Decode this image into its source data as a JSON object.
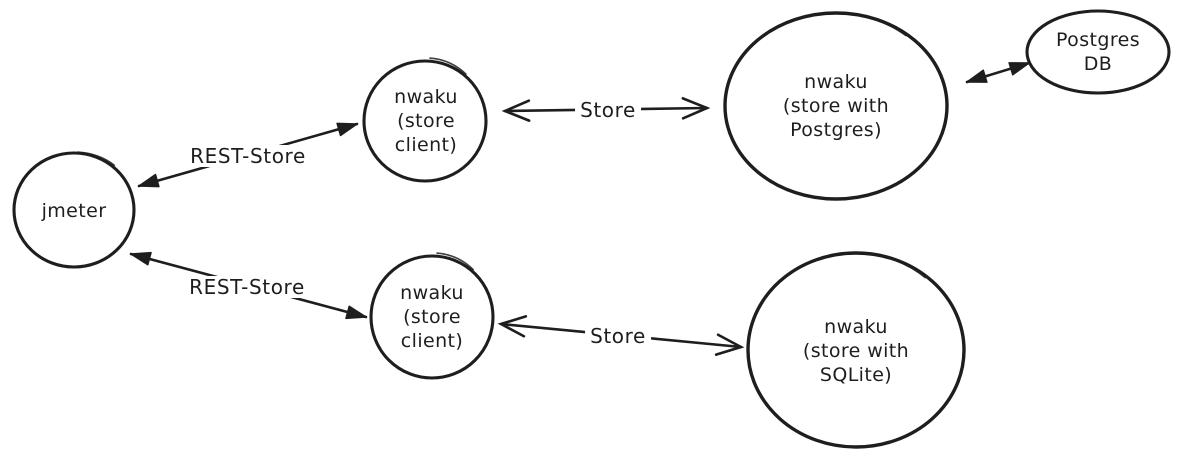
{
  "canvas": {
    "background_color": "#ffffff",
    "stroke_color": "#1e1e1e",
    "style": "hand-drawn sketch diagram"
  },
  "nodes": {
    "jmeter": {
      "label": "jmeter",
      "shape": "circle"
    },
    "store_client_top": {
      "label": "nwaku\n(store\nclient)",
      "shape": "circle"
    },
    "store_postgres": {
      "label": "nwaku\n(store with\nPostgres)",
      "shape": "circle"
    },
    "postgres_db": {
      "label": "Postgres\nDB",
      "shape": "ellipse"
    },
    "store_client_bottom": {
      "label": "nwaku\n(store\nclient)",
      "shape": "circle"
    },
    "store_sqlite": {
      "label": "nwaku\n(store with\nSQLite)",
      "shape": "circle"
    }
  },
  "edges": {
    "rest_store_top": {
      "label": "REST-Store",
      "from": "jmeter",
      "to": "store_client_top",
      "direction": "bidirectional",
      "arrowhead": "solid-triangle"
    },
    "store_top": {
      "label": "Store",
      "from": "store_client_top",
      "to": "store_postgres",
      "direction": "bidirectional",
      "arrowhead": "open-chevron"
    },
    "postgres_link": {
      "label": "",
      "from": "store_postgres",
      "to": "postgres_db",
      "direction": "bidirectional",
      "arrowhead": "solid-triangle"
    },
    "rest_store_bottom": {
      "label": "REST-Store",
      "from": "jmeter",
      "to": "store_client_bottom",
      "direction": "bidirectional",
      "arrowhead": "solid-triangle"
    },
    "store_bottom": {
      "label": "Store",
      "from": "store_client_bottom",
      "to": "store_sqlite",
      "direction": "bidirectional",
      "arrowhead": "open-chevron"
    }
  }
}
